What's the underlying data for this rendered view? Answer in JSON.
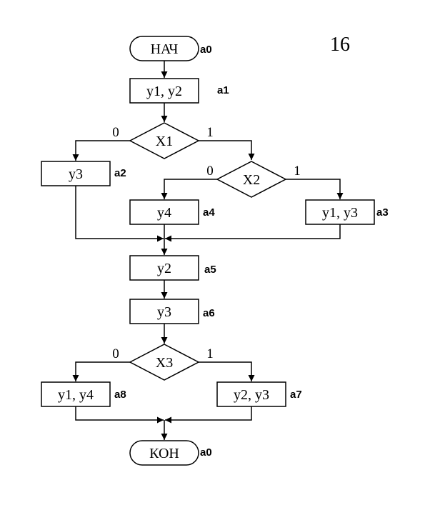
{
  "page_number": "16",
  "terminals": {
    "start": {
      "text": "НАЧ",
      "state": "a0"
    },
    "end": {
      "text": "КОН",
      "state": "a0"
    }
  },
  "operations": {
    "y1y2": {
      "text": "y1, y2",
      "state": "a1"
    },
    "y3_left": {
      "text": "y3",
      "state": "a2"
    },
    "y4": {
      "text": "y4",
      "state": "a4"
    },
    "y1y3": {
      "text": "y1, y3",
      "state": "a3"
    },
    "y2": {
      "text": "y2",
      "state": "a5"
    },
    "y3_mid": {
      "text": "y3",
      "state": "a6"
    },
    "y1y4": {
      "text": "y1, y4",
      "state": "a8"
    },
    "y2y3": {
      "text": "y2, y3",
      "state": "a7"
    }
  },
  "decisions": {
    "x1": {
      "text": "X1",
      "false_label": "0",
      "true_label": "1"
    },
    "x2": {
      "text": "X2",
      "false_label": "0",
      "true_label": "1"
    },
    "x3": {
      "text": "X3",
      "false_label": "0",
      "true_label": "1"
    }
  }
}
